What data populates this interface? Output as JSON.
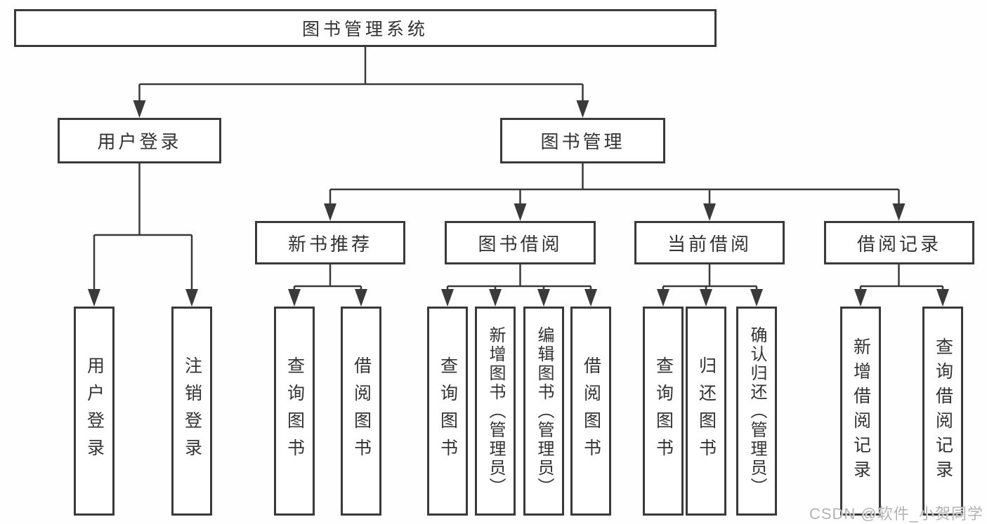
{
  "diagram_title": "图书管理系统",
  "colors": {
    "line": "#3a3a3a",
    "text": "#333333",
    "box_background": "#ffffff",
    "watermark": "#b3b3b3"
  },
  "watermark": {
    "text": "CSDN @软件_小贺同学"
  },
  "nodes": {
    "root": {
      "label": "图书管理系统"
    },
    "level2": [
      {
        "label": "用户登录"
      },
      {
        "label": "图书管理"
      }
    ],
    "level3": [
      {
        "label": "新书推荐",
        "parent": "图书管理"
      },
      {
        "label": "图书借阅",
        "parent": "图书管理"
      },
      {
        "label": "当前借阅",
        "parent": "图书管理"
      },
      {
        "label": "借阅记录",
        "parent": "图书管理"
      }
    ],
    "leaves": [
      {
        "label": "用户登录",
        "parent": "用户登录"
      },
      {
        "label": "注销登录",
        "parent": "用户登录"
      },
      {
        "label": "查询图书",
        "parent": "新书推荐"
      },
      {
        "label": "借阅图书",
        "parent": "新书推荐"
      },
      {
        "label": "查询图书",
        "parent": "图书借阅"
      },
      {
        "label": "新增图书（管理员）",
        "parent": "图书借阅"
      },
      {
        "label": "编辑图书（管理员）",
        "parent": "图书借阅"
      },
      {
        "label": "借阅图书",
        "parent": "图书借阅"
      },
      {
        "label": "查询图书",
        "parent": "当前借阅"
      },
      {
        "label": "归还图书",
        "parent": "当前借阅"
      },
      {
        "label": "确认归还（管理员）",
        "parent": "当前借阅"
      },
      {
        "label": "新增借阅记录",
        "parent": "借阅记录"
      },
      {
        "label": "查询借阅记录",
        "parent": "借阅记录"
      }
    ]
  }
}
